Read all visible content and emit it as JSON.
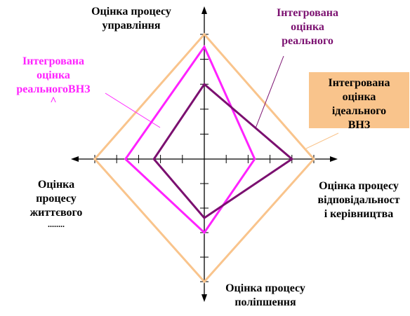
{
  "axes": {
    "top": [
      "Оцінка процесу",
      "управління"
    ],
    "right": [
      "Оцінка процесу",
      "відповідальност",
      "і керівництва"
    ],
    "bottom": [
      "Оцінка процесу",
      "поліпшення"
    ],
    "left": [
      "Оцінка",
      "процесу",
      "життєвого",
      "........"
    ]
  },
  "callouts": {
    "real_pink": [
      "Інтегрована",
      "оцінка",
      "реальногоВНЗ",
      "^"
    ],
    "real_purple": [
      "Інтегрована",
      "оцінка",
      "реального"
    ],
    "ideal": [
      "Інтегрована",
      "оцінка",
      "ідеального",
      "ВНЗ"
    ]
  },
  "chart_data": {
    "type": "radar",
    "axes": [
      "Оцінка процесу управління",
      "Оцінка процесу відповідальності і керівництва",
      "Оцінка процесу поліпшення",
      "Оцінка процесу життєвого ..."
    ],
    "scale": 5,
    "series": [
      {
        "name": "Інтегрована оцінка ідеального ВНЗ",
        "values": [
          5,
          5,
          5,
          5
        ],
        "color": "#f9c48c"
      },
      {
        "name": "Інтегрована оцінка реальногоВНЗ",
        "values": [
          4.5,
          2.3,
          3,
          3.6
        ],
        "color": "#ff22ff"
      },
      {
        "name": "Інтегрована оцінка реального",
        "values": [
          3,
          4,
          2.4,
          2.3
        ],
        "color": "#7b1070"
      }
    ]
  }
}
